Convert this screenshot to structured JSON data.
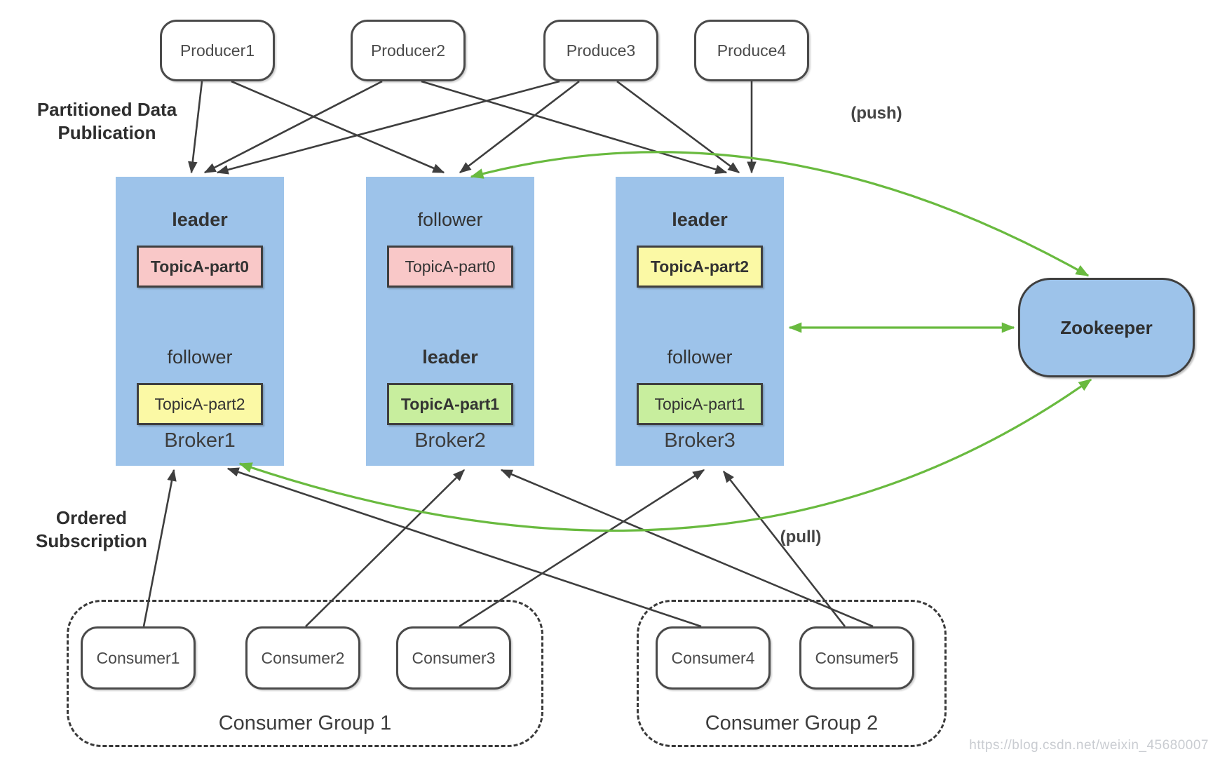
{
  "colors": {
    "broker_fill": "#9DC3EA",
    "pink": "#F9C8C8",
    "yellow": "#FBF9A5",
    "green": "#C8EE9E",
    "edge_black": "#3E3E3E",
    "edge_green": "#69BA3F",
    "node_border": "#4A4A4A",
    "dark_border": "#3F3F3F",
    "text": "#3A3A3A",
    "watermark": "#C9CCD1"
  },
  "labels": {
    "partitioned_line1": "Partitioned Data",
    "partitioned_line2": "Publication",
    "ordered_line1": "Ordered",
    "ordered_line2": "Subscription",
    "push": "(push)",
    "pull": "(pull)"
  },
  "producers": [
    {
      "label": "Producer1"
    },
    {
      "label": "Producer2"
    },
    {
      "label": "Produce3"
    },
    {
      "label": "Produce4"
    }
  ],
  "brokers": [
    {
      "name": "Broker1",
      "sections": [
        {
          "role": "leader",
          "role_bold": true,
          "topic": "TopicA-part0",
          "color": "pink",
          "topic_bold": true
        },
        {
          "role": "follower",
          "role_bold": false,
          "topic": "TopicA-part2",
          "color": "yellow",
          "topic_bold": false
        }
      ]
    },
    {
      "name": "Broker2",
      "sections": [
        {
          "role": "follower",
          "role_bold": false,
          "topic": "TopicA-part0",
          "color": "pink",
          "topic_bold": false
        },
        {
          "role": "leader",
          "role_bold": true,
          "topic": "TopicA-part1",
          "color": "green",
          "topic_bold": true
        }
      ]
    },
    {
      "name": "Broker3",
      "sections": [
        {
          "role": "leader",
          "role_bold": true,
          "topic": "TopicA-part2",
          "color": "yellow",
          "topic_bold": true
        },
        {
          "role": "follower",
          "role_bold": false,
          "topic": "TopicA-part1",
          "color": "green",
          "topic_bold": false
        }
      ]
    }
  ],
  "zookeeper": {
    "label": "Zookeeper"
  },
  "consumer_groups": [
    {
      "label": "Consumer Group 1",
      "consumers": [
        {
          "label": "Consumer1"
        },
        {
          "label": "Consumer2"
        },
        {
          "label": "Consumer3"
        }
      ]
    },
    {
      "label": "Consumer Group 2",
      "consumers": [
        {
          "label": "Consumer4"
        },
        {
          "label": "Consumer5"
        }
      ]
    }
  ],
  "edges": {
    "producer_to_broker": [
      {
        "from": "Producer1",
        "to": "Broker1"
      },
      {
        "from": "Producer1",
        "to": "Broker2"
      },
      {
        "from": "Producer2",
        "to": "Broker1"
      },
      {
        "from": "Producer2",
        "to": "Broker3"
      },
      {
        "from": "Produce3",
        "to": "Broker1"
      },
      {
        "from": "Produce3",
        "to": "Broker2"
      },
      {
        "from": "Produce3",
        "to": "Broker3"
      },
      {
        "from": "Produce4",
        "to": "Broker3"
      }
    ],
    "consumer_to_broker": [
      {
        "from": "Consumer1",
        "to": "Broker1"
      },
      {
        "from": "Consumer2",
        "to": "Broker2"
      },
      {
        "from": "Consumer3",
        "to": "Broker3"
      },
      {
        "from": "Consumer4",
        "to": "Broker1"
      },
      {
        "from": "Consumer5",
        "to": "Broker2"
      },
      {
        "from": "Consumer5",
        "to": "Broker3"
      }
    ],
    "zookeeper_links": [
      {
        "with": "Broker2",
        "label": "(push)",
        "bidirectional": true,
        "shape": "arc-top"
      },
      {
        "with": "Broker3",
        "label": "",
        "bidirectional": true,
        "shape": "straight"
      },
      {
        "with": "Broker1",
        "label": "(pull)",
        "bidirectional": true,
        "shape": "arc-bottom"
      }
    ]
  },
  "watermark": "https://blog.csdn.net/weixin_45680007"
}
